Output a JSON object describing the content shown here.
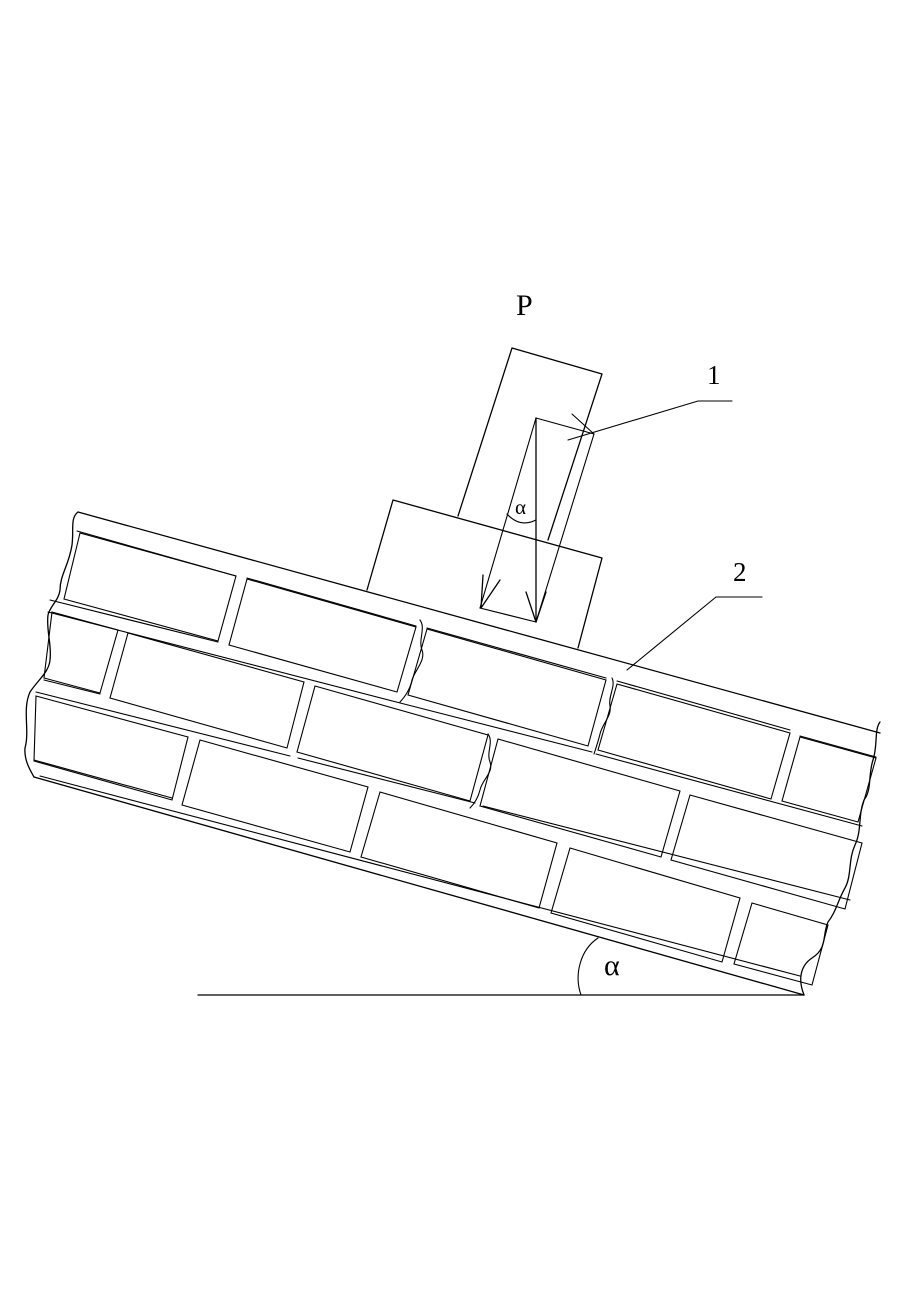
{
  "labels": {
    "force": "P",
    "part_1": "1",
    "part_2": "2",
    "angle_inner": "α",
    "angle_base": "α"
  },
  "colors": {
    "line": "#000000",
    "background": "#ffffff"
  }
}
